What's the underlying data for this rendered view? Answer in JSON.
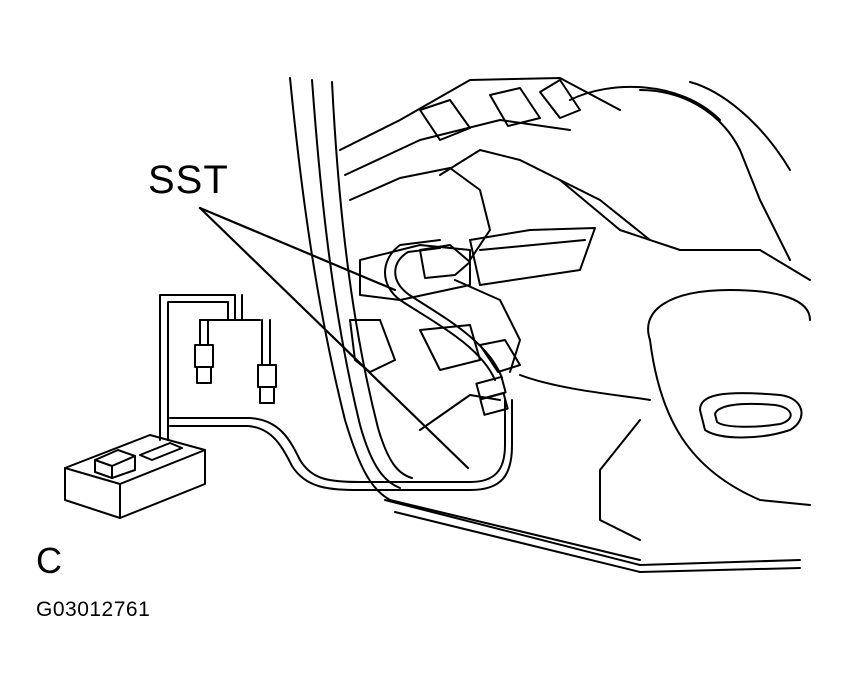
{
  "labels": {
    "sst": "SST",
    "view_letter": "C",
    "figure_code": "G03012761"
  },
  "colors": {
    "line": "#000000",
    "background": "#ffffff"
  }
}
